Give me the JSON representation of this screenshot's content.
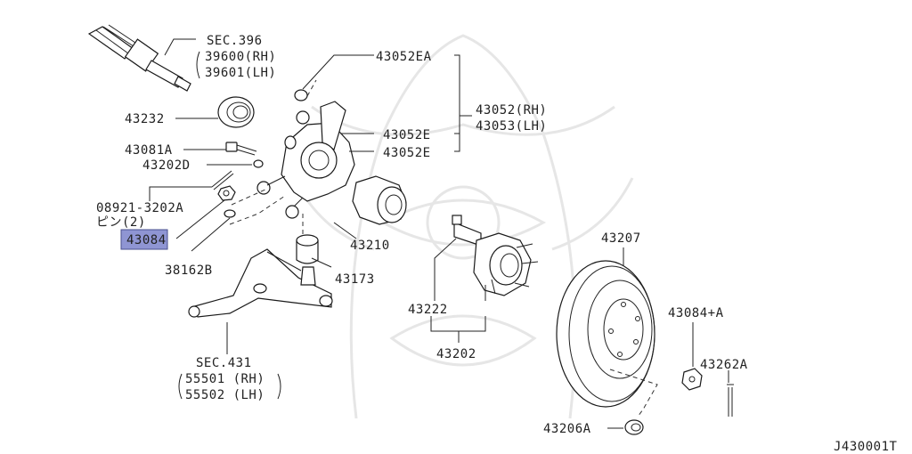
{
  "diagram": {
    "code": "J430001T",
    "highlight_color": "#8f95d3",
    "labels": {
      "sec396": "SEC.396",
      "p39600": "39600(RH)",
      "p39601": "39601(LH)",
      "p43232": "43232",
      "p43081a": "43081A",
      "p43202d": "43202D",
      "p08921": "08921-3202A",
      "pin": "ピン(2)",
      "p43084": "43084",
      "p38162b": "38162B",
      "p43052ea": "43052EA",
      "p43052rh": "43052(RH)",
      "p43053lh": "43053(LH)",
      "p43052e_1": "43052E",
      "p43052e_2": "43052E",
      "p43210": "43210",
      "p43173": "43173",
      "sec431": "SEC.431",
      "p55501": "55501 (RH)",
      "p55502": "55502 (LH)",
      "p43222": "43222",
      "p43202": "43202",
      "p43207": "43207",
      "p43084a": "43084+A",
      "p43262a": "43262A",
      "p43206a": "43206A"
    }
  }
}
